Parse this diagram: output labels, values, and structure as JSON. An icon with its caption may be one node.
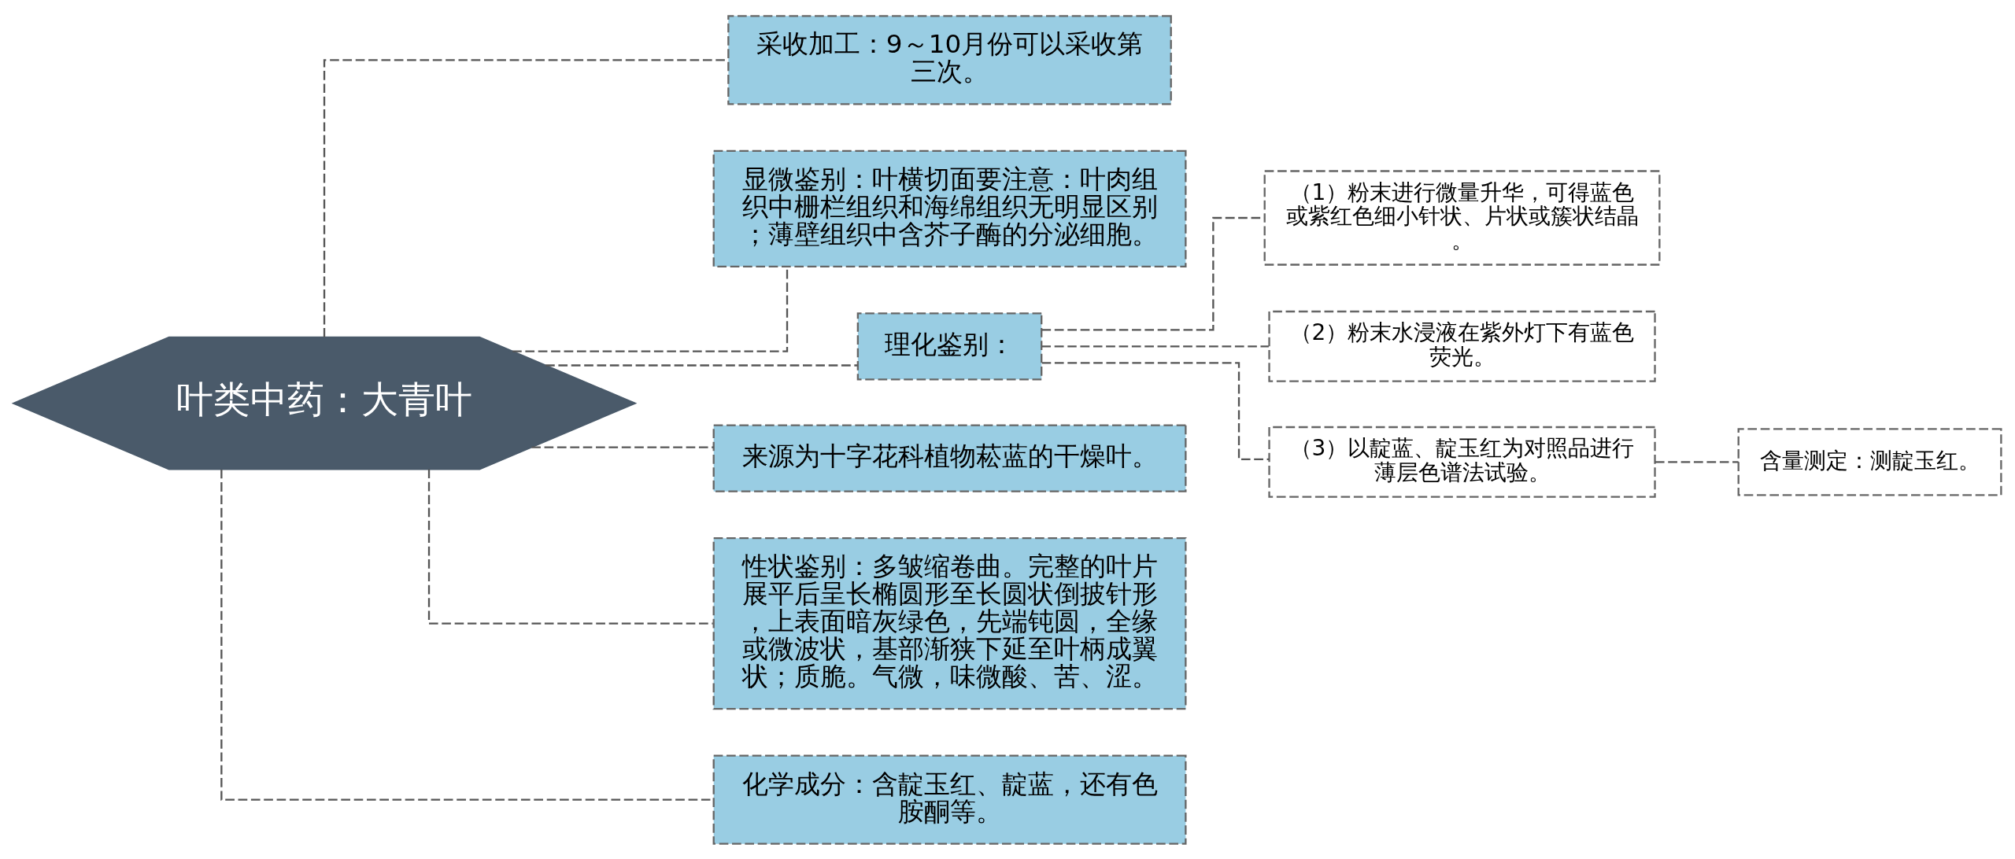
{
  "diagram": {
    "nodes": [
      {
        "text": [
          "叶类中药：大青叶"
        ]
      },
      {
        "text": [
          "采收加工：9～10月份可以采收第三次。"
        ]
      },
      {
        "text": [
          "显微鉴别：叶横切面要注意：叶肉组织中栅栏组织和海绵组织无明显区别；薄壁组织中含芥子酶的分泌细胞。"
        ]
      },
      {
        "text": [
          "理化鉴别："
        ]
      },
      {
        "text": [
          "（1）粉末进行微量升华，可得蓝色或紫红色细小针状、片状或簇状结晶。"
        ]
      },
      {
        "text": [
          "（2）粉末水浸液在紫外灯下有蓝色荧光。"
        ]
      },
      {
        "text": [
          "（3）以靛蓝、靛玉红为对照品进行薄层色谱法试验。"
        ]
      },
      {
        "text": [
          "含量测定：测靛玉红。"
        ]
      },
      {
        "text": [
          "来源为十字花科植物菘蓝的干燥叶。"
        ]
      },
      {
        "text": [
          "性状鉴别：多皱缩卷曲。完整的叶片展平后呈长椭圆形至长圆状倒披针形，上表面暗灰绿色，先端钝圆，全缘或微波状，基部渐狭下延至叶柄成翼状；质脆。气微，味微酸、苦、涩。"
        ]
      },
      {
        "text": [
          "化学成分：含靛玉红、靛蓝，还有色胺酮等。"
        ]
      }
    ],
    "edges": [
      {
        "from": 0,
        "to": 1,
        "arrow": "none",
        "style": "dashed"
      },
      {
        "from": 0,
        "to": 2,
        "arrow": "none",
        "style": "dashed"
      },
      {
        "from": 0,
        "to": 3,
        "arrow": "none",
        "style": "dashed"
      },
      {
        "from": 3,
        "to": 4,
        "arrow": "none",
        "style": "dashed"
      },
      {
        "from": 3,
        "to": 5,
        "arrow": "none",
        "style": "dashed"
      },
      {
        "from": 3,
        "to": 6,
        "arrow": "none",
        "style": "dashed"
      },
      {
        "from": 6,
        "to": 7,
        "arrow": "none",
        "style": "dashed"
      },
      {
        "from": 0,
        "to": 8,
        "arrow": "none",
        "style": "dashed"
      },
      {
        "from": 0,
        "to": 9,
        "arrow": "none",
        "style": "dashed"
      },
      {
        "from": 0,
        "to": 10,
        "arrow": "none",
        "style": "dashed"
      }
    ]
  }
}
